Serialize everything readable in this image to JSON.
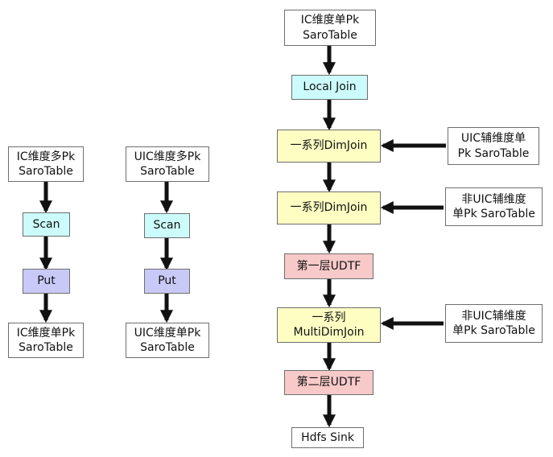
{
  "nodes": {
    "l1_source": "IC维度多Pk\nSaroTable",
    "l1_scan": "Scan",
    "l1_put": "Put",
    "l1_target": "IC维度单Pk\nSaroTable",
    "l2_source": "UIC维度多Pk\nSaroTable",
    "l2_scan": "Scan",
    "l2_put": "Put",
    "l2_target": "UIC维度单Pk\nSaroTable",
    "r_source": "IC维度单Pk\nSaroTable",
    "r_local_join": "Local Join",
    "r_dimjoin_1": "一系列DimJoin",
    "r_dimjoin_2": "一系列DimJoin",
    "r_udtf_1": "第一层UDTF",
    "r_multidimjoin": "一系列\nMultiDimJoin",
    "r_udtf_2": "第二层UDTF",
    "r_sink": "Hdfs Sink",
    "s_uic_aux": "UIC辅维度单\nPk SaroTable",
    "s_non_uic_aux_1": "非UIC辅维度\n单Pk SaroTable",
    "s_non_uic_aux_2": "非UIC辅维度\n单Pk SaroTable"
  },
  "colors": {
    "box_border": "#6e6e6e",
    "arrow": "#111111",
    "plain_fill": "#ffffff",
    "scan_fill": "#ccfbfb",
    "put_fill": "#c9c9f7",
    "join_fill": "#fefec3",
    "udtf_fill": "#f8c9c9"
  }
}
